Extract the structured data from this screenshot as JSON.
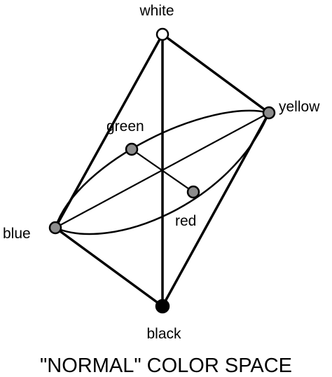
{
  "diagram": {
    "title": "\"NORMAL\" COLOR SPACE",
    "nodes": {
      "white": {
        "label": "white",
        "fill": "#ffffff"
      },
      "yellow": {
        "label": "yellow",
        "fill": "#8c8c8c"
      },
      "green": {
        "label": "green",
        "fill": "#8c8c8c"
      },
      "red": {
        "label": "red",
        "fill": "#8c8c8c"
      },
      "blue": {
        "label": "blue",
        "fill": "#8c8c8c"
      },
      "black": {
        "label": "black",
        "fill": "#000000"
      }
    },
    "line_color": "#000000"
  }
}
